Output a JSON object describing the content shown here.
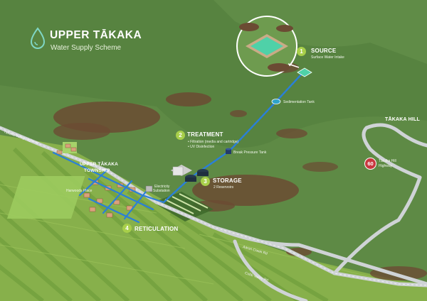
{
  "header": {
    "title": "UPPER TĀKAKA",
    "subtitle": "Water Supply Scheme",
    "logo_icon": "water-drop-icon"
  },
  "steps": [
    {
      "number": "1",
      "title": "SOURCE",
      "lines": [
        "Surface Water Intake"
      ]
    },
    {
      "number": "2",
      "title": "TREATMENT",
      "lines": [
        "• Filtration (media and cartridge)",
        "• UV Disinfection"
      ]
    },
    {
      "number": "3",
      "title": "STORAGE",
      "lines": [
        "2 Reservoirs"
      ]
    },
    {
      "number": "4",
      "title": "RETICULATION",
      "lines": []
    }
  ],
  "labels": {
    "sedimentation_tank": "Sedimentation Tank",
    "break_pressure_tank": "Break Pressure Tank",
    "township_line1": "UPPER TĀKAKA",
    "township_line2": "TOWNSHIP",
    "harwoods_place": "Harwoods Place",
    "electricity_line1": "Electricity",
    "electricity_line2": "Substation",
    "takaka_hill": "TĀKAKA HILL",
    "highway_number": "60",
    "highway_name_line1": "Tākaka Hill",
    "highway_name_line2": "Highway",
    "takaka_valley_highway": "Tākaka Valley Highway",
    "aaron_creek_rd": "Aaron Creek Rd",
    "cobb_valley_rd": "Cobb Valley Rd"
  },
  "colors": {
    "hill": "#5e8a45",
    "valley": "#87b04b",
    "pipe": "#2a7fd8",
    "road": "#cfd3d6",
    "badge": "#a8cf4a",
    "highway_badge": "#c8383f"
  }
}
